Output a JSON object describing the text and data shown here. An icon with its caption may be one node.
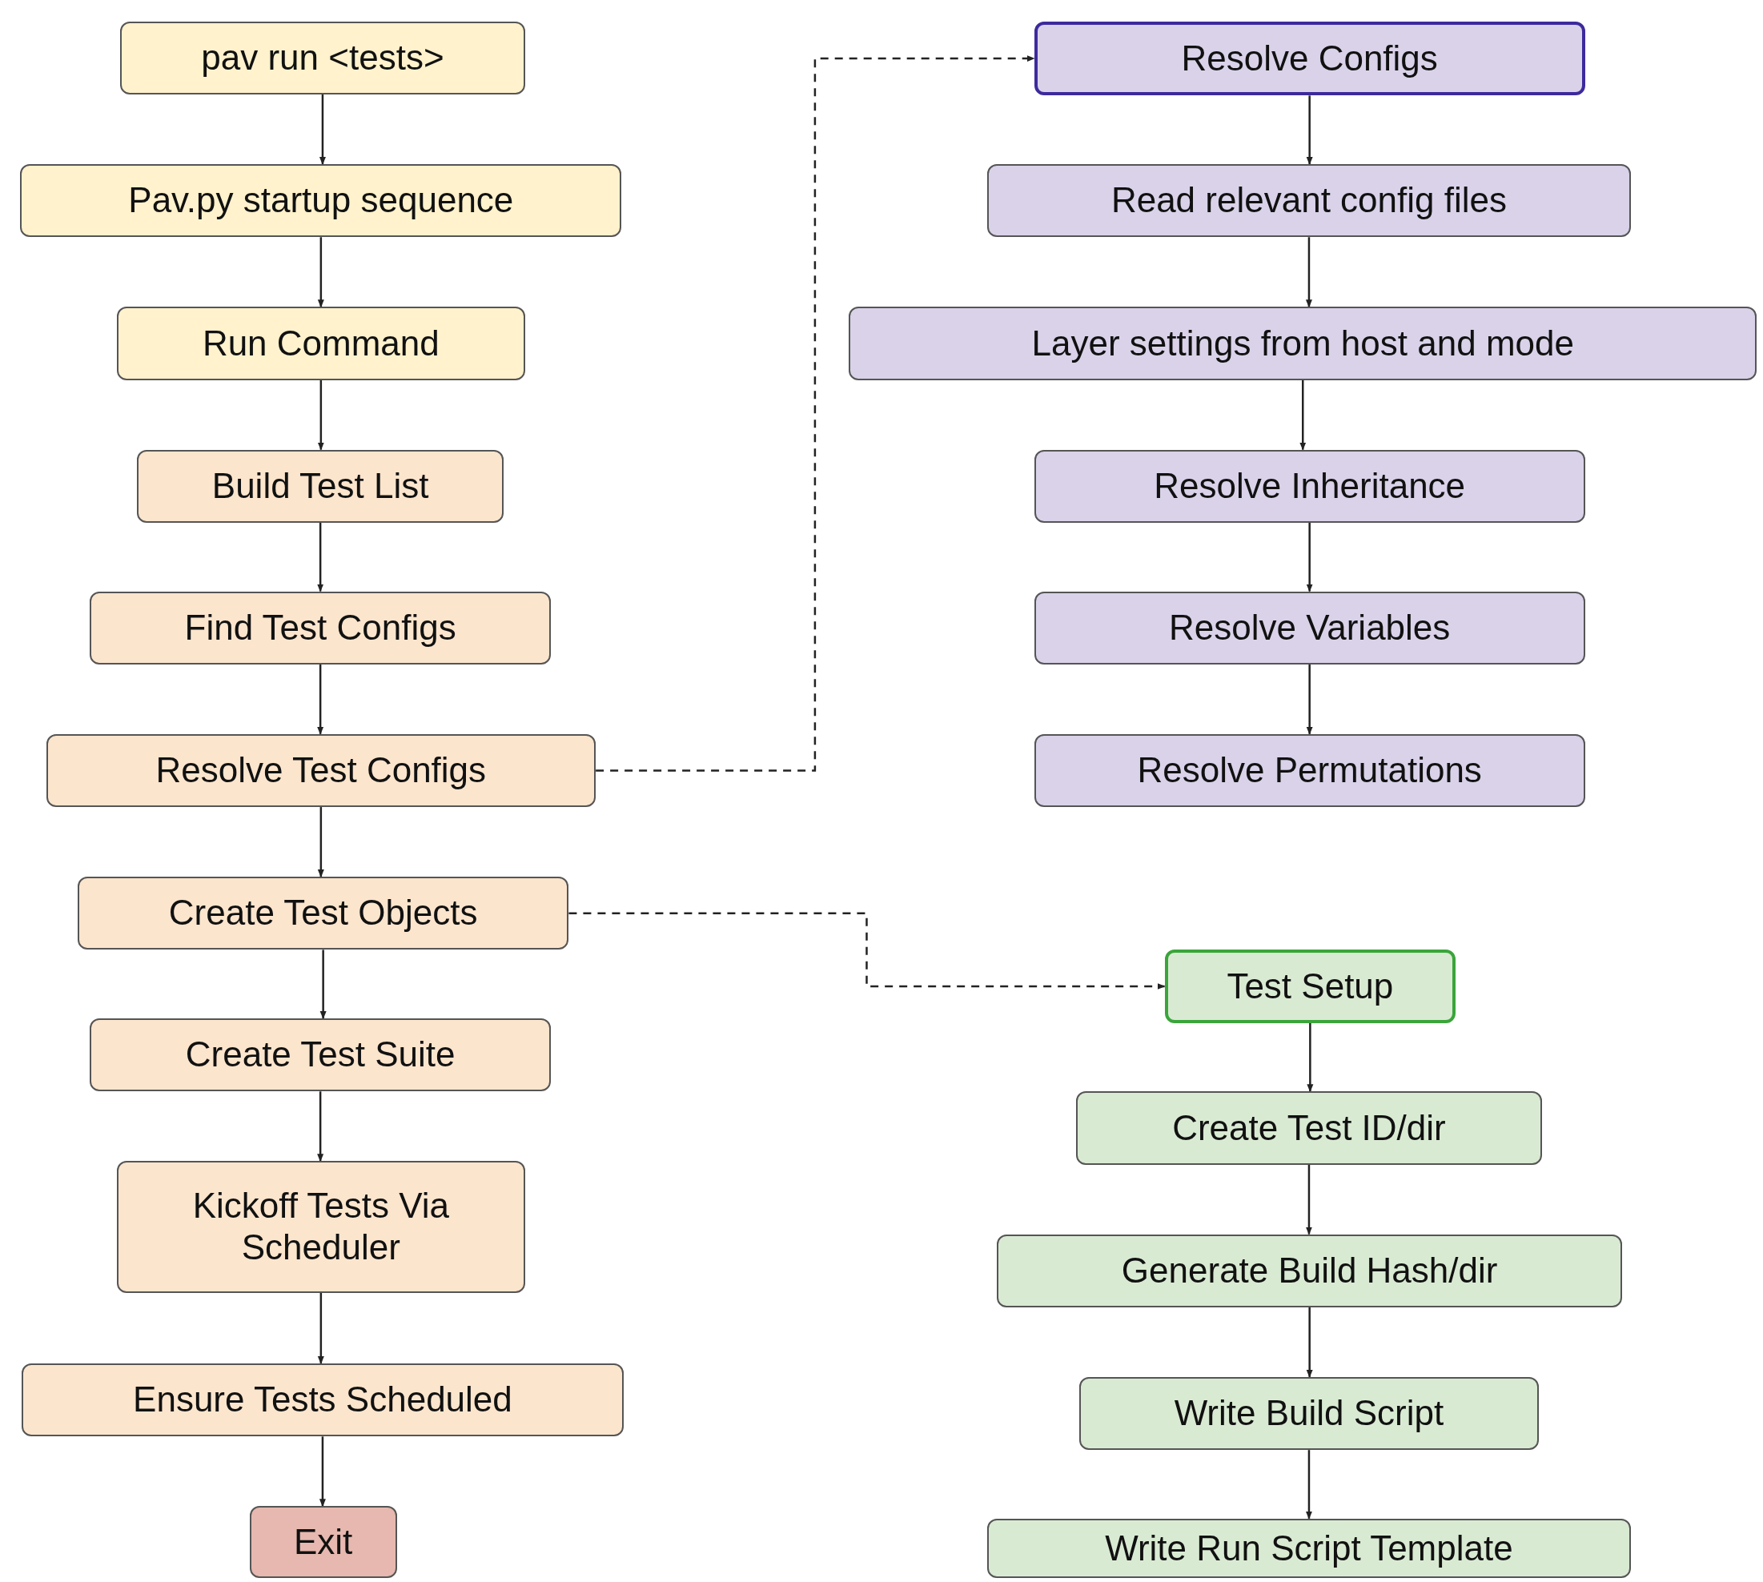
{
  "diagram": {
    "nodes": [
      {
        "text": [
          "pav run <tests>"
        ]
      },
      {
        "text": [
          "Pav.py startup sequence"
        ]
      },
      {
        "text": [
          "Run Command"
        ]
      },
      {
        "text": [
          "Build Test List"
        ]
      },
      {
        "text": [
          "Find Test Configs"
        ]
      },
      {
        "text": [
          "Resolve Test Configs"
        ]
      },
      {
        "text": [
          "Create Test Objects"
        ]
      },
      {
        "text": [
          "Create Test Suite"
        ]
      },
      {
        "text": [
          "Kickoff Tests Via Scheduler"
        ]
      },
      {
        "text": [
          "Ensure Tests Scheduled"
        ]
      },
      {
        "text": [
          "Exit"
        ]
      },
      {
        "text": [
          "Resolve Configs"
        ]
      },
      {
        "text": [
          "Read relevant config files"
        ]
      },
      {
        "text": [
          "Layer settings from host and mode"
        ]
      },
      {
        "text": [
          "Resolve Inheritance"
        ]
      },
      {
        "text": [
          "Resolve Variables"
        ]
      },
      {
        "text": [
          "Resolve Permutations"
        ]
      },
      {
        "text": [
          "Test Setup"
        ]
      },
      {
        "text": [
          "Create Test ID/dir"
        ]
      },
      {
        "text": [
          "Generate Build Hash/dir"
        ]
      },
      {
        "text": [
          "Write Build Script"
        ]
      },
      {
        "text": [
          "Write Run Script Template"
        ]
      }
    ],
    "edges": [
      {
        "from": 0,
        "to": 1,
        "arrow": "to"
      },
      {
        "from": 1,
        "to": 2,
        "arrow": "to"
      },
      {
        "from": 2,
        "to": 3,
        "arrow": "to"
      },
      {
        "from": 3,
        "to": 4,
        "arrow": "to"
      },
      {
        "from": 4,
        "to": 5,
        "arrow": "to"
      },
      {
        "from": 5,
        "to": 6,
        "arrow": "to"
      },
      {
        "from": 6,
        "to": 7,
        "arrow": "to"
      },
      {
        "from": 7,
        "to": 8,
        "arrow": "to"
      },
      {
        "from": 8,
        "to": 9,
        "arrow": "to"
      },
      {
        "from": 9,
        "to": 10,
        "arrow": "to"
      },
      {
        "from": 11,
        "to": 12,
        "arrow": "to"
      },
      {
        "from": 12,
        "to": 13,
        "arrow": "to"
      },
      {
        "from": 13,
        "to": 14,
        "arrow": "to"
      },
      {
        "from": 14,
        "to": 15,
        "arrow": "to"
      },
      {
        "from": 15,
        "to": 16,
        "arrow": "to"
      },
      {
        "from": 17,
        "to": 18,
        "arrow": "to"
      },
      {
        "from": 18,
        "to": 19,
        "arrow": "to"
      },
      {
        "from": 19,
        "to": 20,
        "arrow": "to"
      },
      {
        "from": 20,
        "to": 21,
        "arrow": "to"
      },
      {
        "from": 5,
        "to": 11,
        "arrow": "to",
        "style": "dashed"
      },
      {
        "from": 6,
        "to": 17,
        "arrow": "to",
        "style": "dashed"
      }
    ]
  }
}
